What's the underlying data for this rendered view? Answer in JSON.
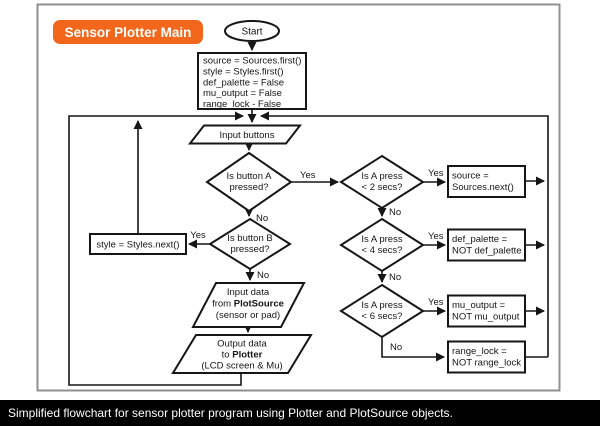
{
  "colors": {
    "badge_orange": "#F2671C",
    "line_black": "#161616",
    "frame_gray": "#909090",
    "caption_bg": "#000000",
    "caption_text": "#ffffff"
  },
  "header": {
    "badge_label": "Sensor Plotter Main"
  },
  "caption": "Simplified flowchart for sensor plotter program using Plotter and PlotSource objects.",
  "flowchart": {
    "labels": {
      "yes": "Yes",
      "no": "No"
    },
    "start": {
      "label": "Start"
    },
    "init_box": {
      "lines": [
        "source = Sources.first()",
        "style = Styles.first()",
        "def_palette = False",
        "mu_output = False",
        "range_lock - False"
      ]
    },
    "input_buttons": {
      "label": "Input buttons"
    },
    "diamond_button_a": {
      "line1": "Is button A",
      "line2": "pressed?"
    },
    "diamond_button_b": {
      "line1": "Is button B",
      "line2": "pressed?"
    },
    "style_box": {
      "label": "style = Styles.next()"
    },
    "input_data": {
      "line1": "Input data",
      "line2_prefix": "from ",
      "line2_bold": "PlotSource",
      "line3": "(sensor or pad)"
    },
    "output_data": {
      "line1": "Output data",
      "line2_prefix": "to ",
      "line2_bold": "Plotter",
      "line3": "(LCD screen & Mu)"
    },
    "diamond_press_2": {
      "line1": "Is A press",
      "line2": "< 2 secs?"
    },
    "diamond_press_4": {
      "line1": "Is A press",
      "line2": "< 4 secs?"
    },
    "diamond_press_6": {
      "line1": "Is A press",
      "line2": "< 6 secs?"
    },
    "box_source_next": {
      "line1": "source =",
      "line2": "Sources.next()"
    },
    "box_def_palette": {
      "line1": "def_palette =",
      "line2": "NOT def_palette"
    },
    "box_mu_output": {
      "line1": "mu_output =",
      "line2": "NOT mu_output"
    },
    "box_range_lock": {
      "line1": "range_lock =",
      "line2": "NOT range_lock"
    }
  }
}
